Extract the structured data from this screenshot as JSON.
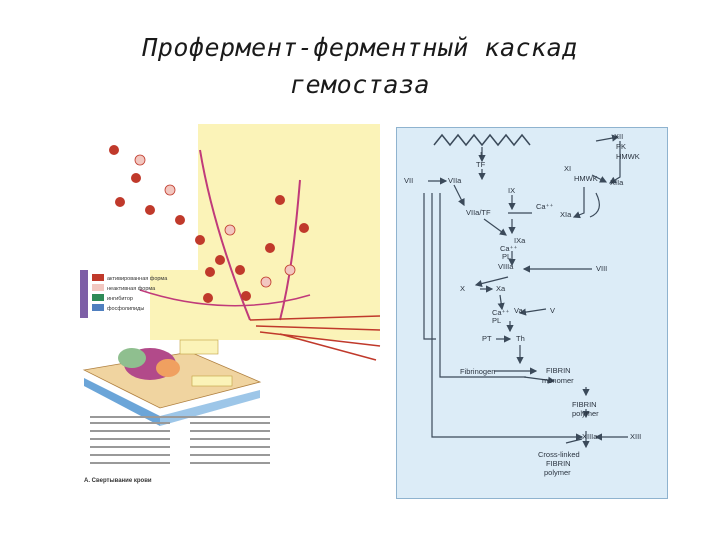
{
  "slide": {
    "title_line1": "Профермент-ферментный каскад",
    "title_line2": "гемостаза"
  },
  "left_panel": {
    "legend": [
      {
        "text": "активированная форма",
        "color": "#c0392b"
      },
      {
        "text": "неактивная форма",
        "color": "#f2c7c0"
      },
      {
        "text": "ингибитор",
        "color": "#2e8b57"
      },
      {
        "text": "фосфолипиды",
        "color": "#4f7fbf"
      }
    ],
    "caption": "А. Свертывание крови"
  },
  "right_panel": {
    "nodes": {
      "XII": "XII",
      "PK_HMWK": "PK\nHMWK",
      "HMWK": "HMWK",
      "XI": "XI",
      "XIIa": "XIIa",
      "XIa": "XIa",
      "I": "I",
      "TF": "TF",
      "VII": "VII",
      "VIIa": "VIIa",
      "VIIa_TF": "VIIa/TF",
      "IX": "IX",
      "Ca": "Ca⁺⁺",
      "IXa": "IXa",
      "Ca_PL_VIIIa": "Ca⁺⁺\nPL\nVIIIa",
      "VIII": "VIII",
      "X": "X",
      "Xa": "Xa",
      "Ca_PL_2": "Ca⁺⁺\nPL",
      "Va": "Va",
      "V": "V",
      "PT": "PT",
      "Th": "Th",
      "Fibrinogen": "Fibrinogen",
      "Fibrin_monomer": "FIBRIN\nmonomer",
      "Fibrin_polymer": "FIBRIN\npolymer",
      "XIIIa": "XIIIa",
      "XIII": "XIII",
      "Crosslinked": "Cross-linked\nFIBRIN\npolymer"
    }
  },
  "colors": {
    "right_bg": "#dcecf7",
    "right_border": "#8fb3cf",
    "arrow": "#3b4a5a",
    "factor_red": "#c0392b",
    "factor_pink": "#f2c7c0",
    "left_yellow": "#fbf3b8",
    "left_path": "#c03a7a"
  }
}
